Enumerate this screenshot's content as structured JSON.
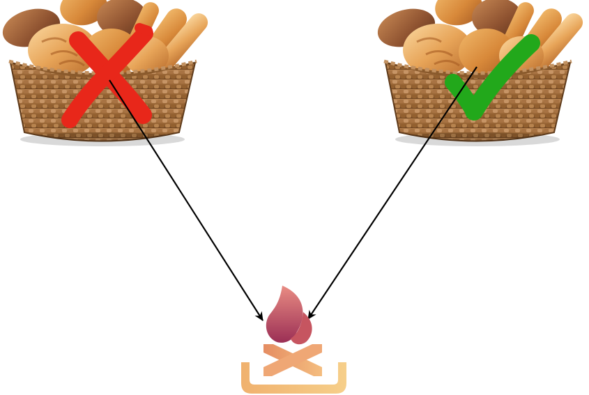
{
  "diagram": {
    "left_basket": {
      "icon": "bread-basket",
      "mark": "cross",
      "mark_color": "#e8271a"
    },
    "right_basket": {
      "icon": "bread-basket",
      "mark": "checkmark",
      "mark_color": "#22a81b"
    },
    "target": {
      "icon": "campfire-icon",
      "flame_colors": [
        "#a63a5a",
        "#d46a6a"
      ],
      "log_colors": [
        "#e39a6a",
        "#f0b27a"
      ],
      "tray_color": "#f3c47c"
    },
    "arrows": {
      "color": "#000000",
      "count": 2
    }
  }
}
